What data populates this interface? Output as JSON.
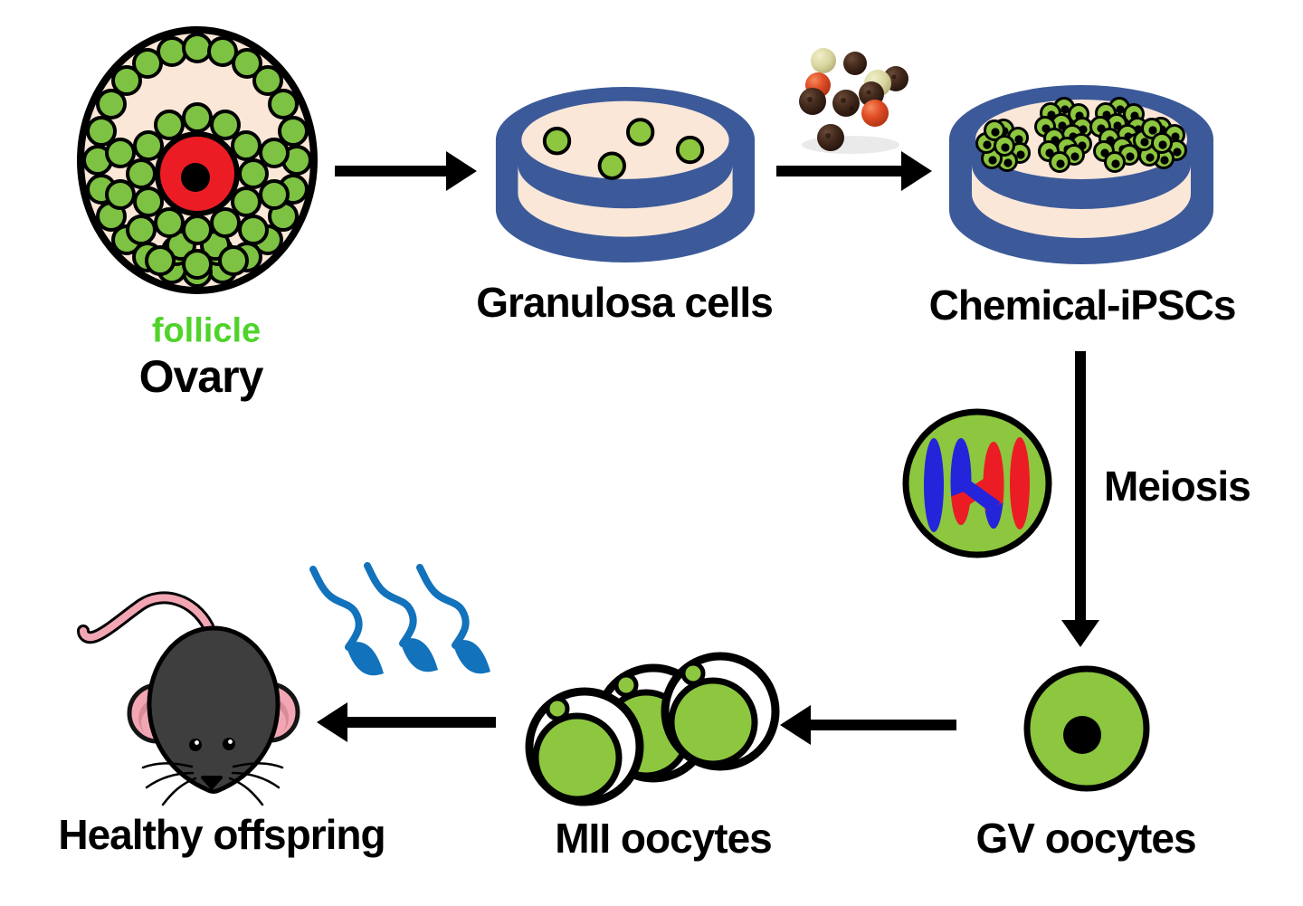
{
  "figure": {
    "kind": "scientific process-flow diagram",
    "sequence": [
      "Ovary",
      "Granulosa cells",
      "Chemical-iPSCs",
      "Meiosis",
      "GV oocytes",
      "MII oocytes",
      "Healthy offspring"
    ]
  },
  "labels": {
    "follicle": "follicle",
    "ovary": "Ovary",
    "granulosa": "Granulosa cells",
    "chemical_ipscs": "Chemical-iPSCs",
    "meiosis": "Meiosis",
    "gv_oocytes": "GV oocytes",
    "mii_oocytes": "MII oocytes",
    "healthy_offspring": "Healthy offspring"
  },
  "colors": {
    "background": "#FFFFFF",
    "cell_green": "#8DC63F",
    "ovary_cell_green": "#7DC242",
    "follicle_label_green": "#4FD32A",
    "dish_blue": "#3C5A99",
    "dish_medium_cream": "#FAE7D8",
    "oocyte_red": "#EC1C24",
    "chromosome_blue": "#2424DB",
    "chromosome_red": "#EC1C24",
    "sperm_blue": "#1272BB",
    "mouse_gray": "#3E3E3E",
    "mouse_pink": "#F2A6B3",
    "arrow_black": "#000000"
  },
  "icons": [
    "ovary-follicle-illustration",
    "petri-dish-icon",
    "chemical-compounds-icon",
    "chromosome-crossover-icon",
    "right-arrow-icon",
    "down-arrow-icon",
    "left-arrow-icon",
    "gv-oocyte-icon",
    "mii-oocytes-icon",
    "sperm-icon",
    "mouse-icon"
  ]
}
